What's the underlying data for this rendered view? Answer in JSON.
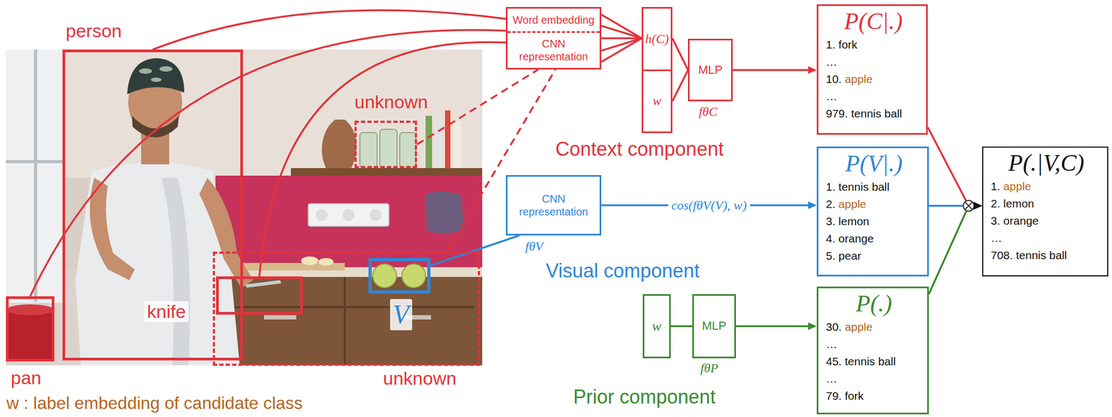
{
  "diagram": {
    "nodes": [
      {
        "text": [
          "person"
        ]
      },
      {
        "text": [
          "pan"
        ]
      },
      {
        "text": [
          "knife"
        ]
      },
      {
        "text": [
          "unknown"
        ]
      },
      {
        "text": [
          "unknown"
        ]
      },
      {
        "text": [
          "V"
        ]
      },
      {
        "text": [
          "Word embedding",
          "CNN representation"
        ]
      },
      {
        "text": [
          "h(C)",
          "w"
        ]
      },
      {
        "text": [
          "MLP"
        ]
      },
      {
        "text": [
          "P(C|.)",
          "1. fork",
          "…",
          "10. apple",
          "…",
          "979. tennis ball"
        ]
      },
      {
        "text": [
          "CNN representation"
        ]
      },
      {
        "text": [
          "P(V|.)",
          "1. tennis ball",
          "2. apple",
          "3. lemon",
          "4. orange",
          "5. pear"
        ]
      },
      {
        "text": [
          "w"
        ]
      },
      {
        "text": [
          "MLP"
        ]
      },
      {
        "text": [
          "P(.)",
          "30. apple",
          "…",
          "45. tennis ball",
          "…",
          "79. fork"
        ]
      },
      {
        "text": [
          "P(.|V,C)",
          "1. apple",
          "2. lemon",
          "3. orange",
          "…",
          "708. tennis ball"
        ]
      }
    ],
    "edges": [
      {
        "from": 0,
        "to": 6,
        "arrow": "none"
      },
      {
        "from": 1,
        "to": 6,
        "arrow": "none"
      },
      {
        "from": 2,
        "to": 6,
        "arrow": "none"
      },
      {
        "from": 3,
        "to": 6,
        "arrow": "none"
      },
      {
        "from": 4,
        "to": 6,
        "arrow": "none"
      },
      {
        "from": 5,
        "to": 10,
        "arrow": "none"
      },
      {
        "from": 6,
        "to": 7,
        "arrow": "none"
      },
      {
        "from": 7,
        "to": 8,
        "arrow": "none"
      },
      {
        "from": 8,
        "to": 9,
        "arrow": "to"
      },
      {
        "from": 10,
        "to": 11,
        "label": "cos(fθV(V), w)",
        "arrow": "to"
      },
      {
        "from": 12,
        "to": 13,
        "arrow": "none"
      },
      {
        "from": 13,
        "to": 14,
        "arrow": "to"
      },
      {
        "from": 9,
        "to": 15,
        "arrow": "to"
      },
      {
        "from": 11,
        "to": 15,
        "arrow": "to"
      },
      {
        "from": 14,
        "to": 15,
        "arrow": "to"
      }
    ],
    "labels": [
      "fθC",
      "Context component",
      "fθV",
      "Visual component",
      "fθP",
      "Prior component",
      "w : label embedding of candidate class"
    ]
  }
}
